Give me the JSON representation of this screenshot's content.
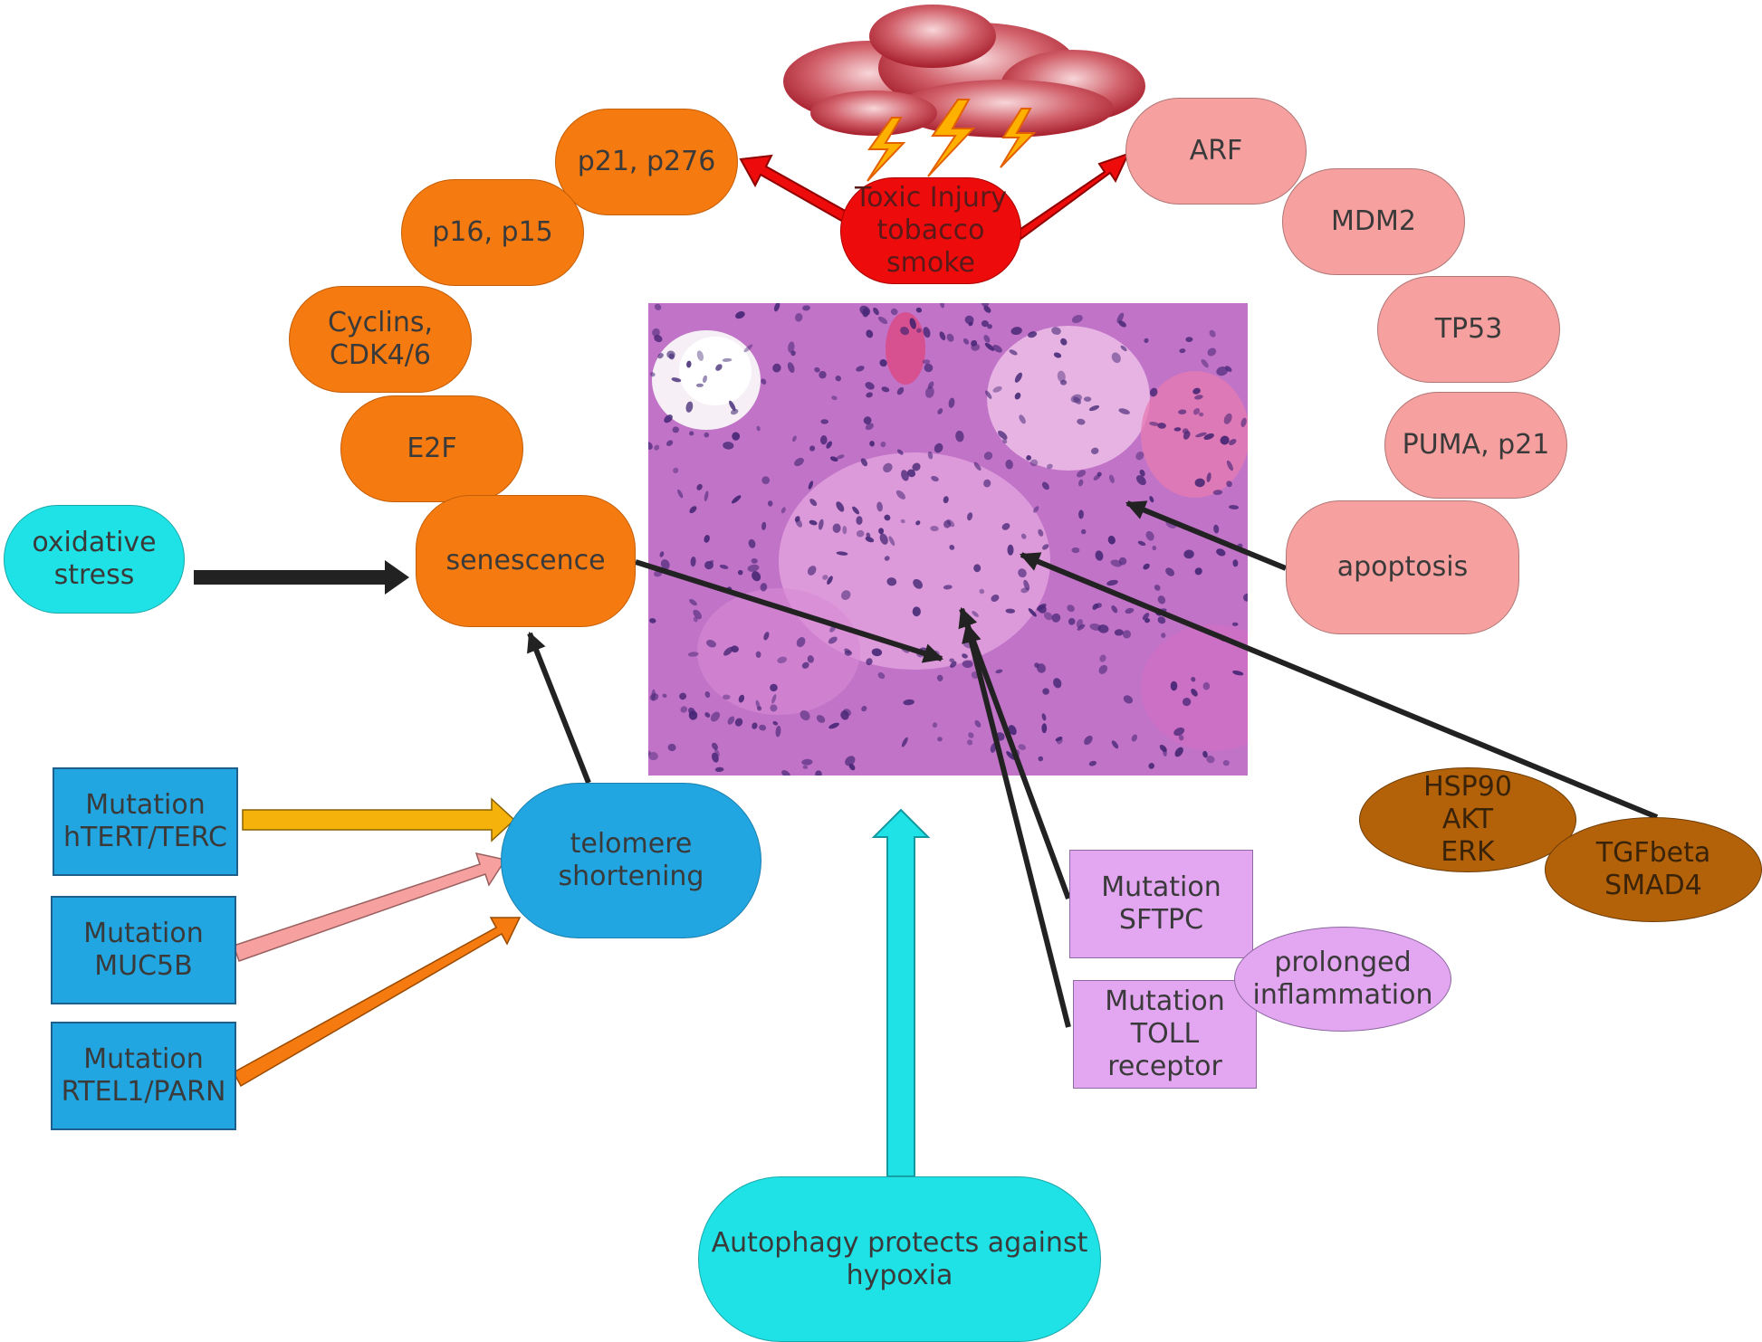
{
  "colors": {
    "orange": "#f57a10",
    "pink": "#f6a1a0",
    "red": "#ee0b0b",
    "cyan": "#1fe2e6",
    "blue": "#22a6e1",
    "lilac": "#e3a6f1",
    "brown": "#b3620a",
    "black_arrow": "#222222"
  },
  "nodes": {
    "toxic_injury": "Toxic Injury\ntobacco\nsmoke",
    "p21_p276": "p21, p276",
    "p16_p15": "p16, p15",
    "cyclins": "Cyclins,\nCDK4/6",
    "e2f": "E2F",
    "senescence": "senescence",
    "oxidative_stress": "oxidative\nstress",
    "arf": "ARF",
    "mdm2": "MDM2",
    "tp53": "TP53",
    "puma_p21": "PUMA, p21",
    "apoptosis": "apoptosis",
    "telomere": "telomere\nshortening",
    "mut_htert": "Mutation\nhTERT/TERC",
    "mut_muc5b": "Mutation\nMUC5B",
    "mut_rtel1": "Mutation\nRTEL1/PARN",
    "mut_sftpc": "Mutation\nSFTPC",
    "mut_toll": "Mutation\nTOLL\nreceptor",
    "prolonged_inflammation": "prolonged\ninflammation",
    "hsp90": "HSP90\nAKT\nERK",
    "tgfbeta": "TGFbeta\nSMAD4",
    "autophagy": "Autophagy protects against\nhypoxia"
  },
  "icons": {
    "storm": "storm-cloud-lightning-icon",
    "micrograph": "histology-micrograph"
  }
}
